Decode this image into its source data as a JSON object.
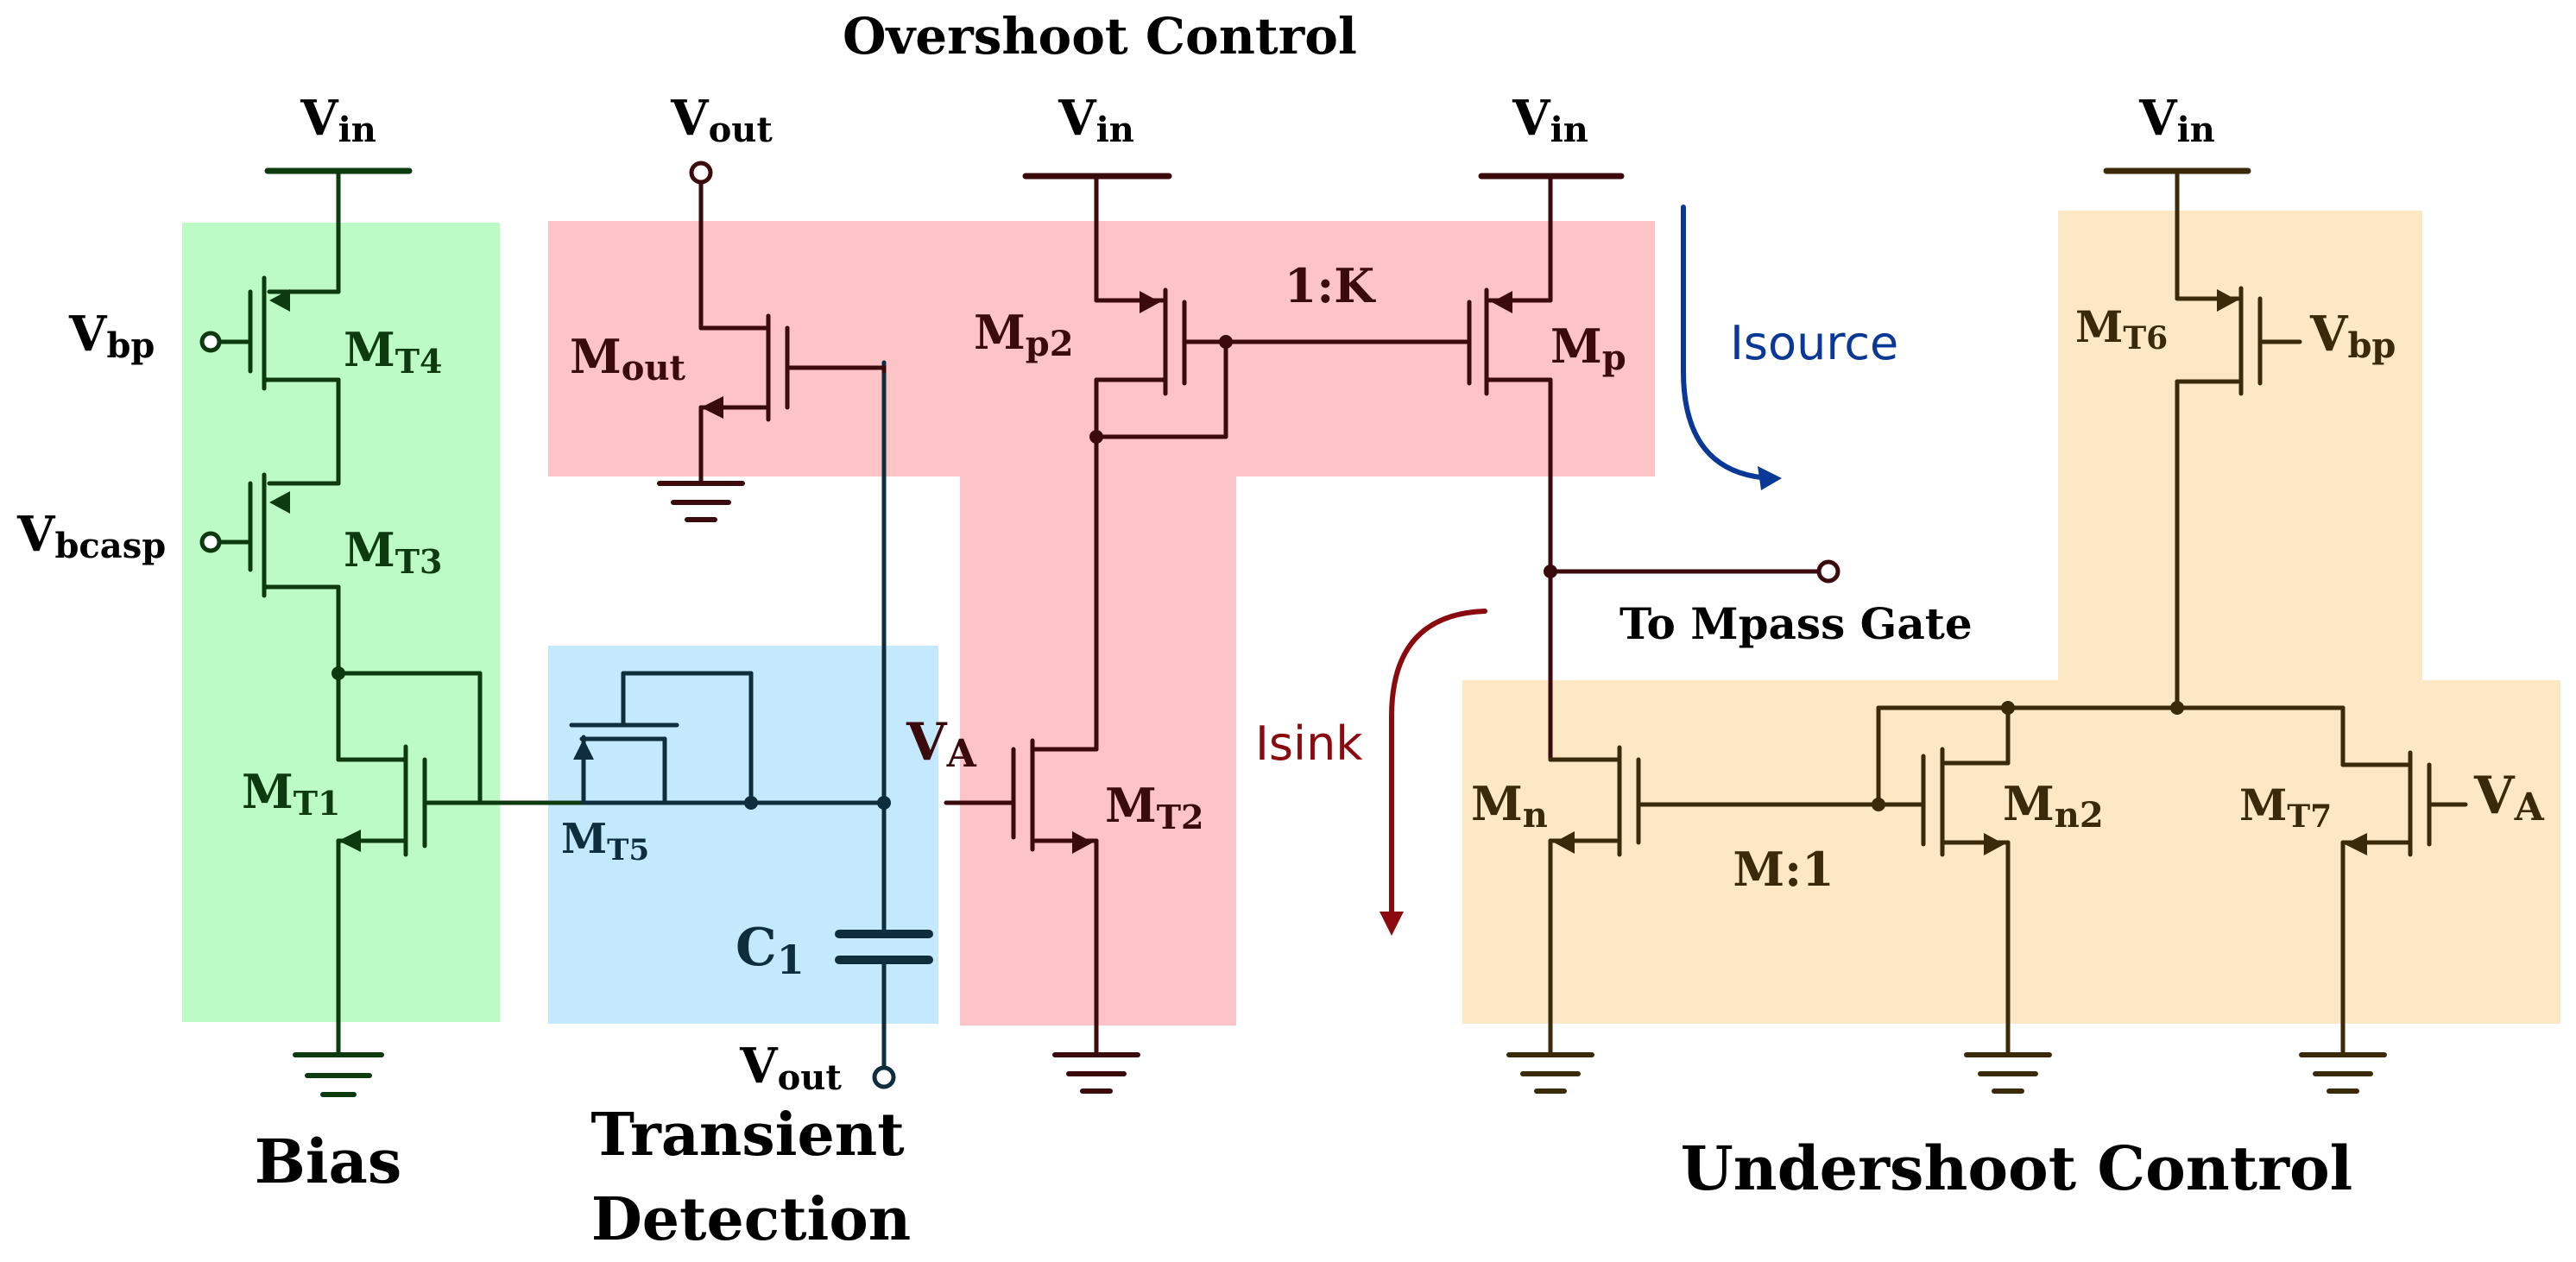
{
  "colors": {
    "bias": "#bdfbc6",
    "overshoot": "#fcc4c6",
    "transient": "#c5e9fc",
    "undershoot": "#fce8c4",
    "isource": "#0a3896",
    "isink": "#8b0a10",
    "bias_ink": "#0e3a10",
    "overshoot_ink": "#3a0a0c",
    "transient_ink": "#0e2e3e",
    "undershoot_ink": "#3a2a0a"
  },
  "labels": {
    "overshoot_control": "Overshoot Control",
    "undershoot_control": "Undershoot Control",
    "bias": "Bias",
    "transient_line1": "Transient",
    "transient_line2": "Detection",
    "to_mpass_gate": "To Mpass Gate",
    "isource": "Isource",
    "isink": "Isink",
    "ratio_1k": "1:K",
    "ratio_m1": "M:1",
    "c1_main": "C",
    "c1_sub": "1"
  },
  "rails": {
    "v": "V",
    "in": "in",
    "out": "out"
  },
  "signals": {
    "vbp_main": "V",
    "vbp_sub": "bp",
    "vbcasp_main": "V",
    "vbcasp_sub": "bcasp",
    "va_main": "V",
    "va_sub": "A"
  },
  "transistors": {
    "mt4": {
      "main": "M",
      "sub": "T4"
    },
    "mt3": {
      "main": "M",
      "sub": "T3"
    },
    "mt1": {
      "main": "M",
      "sub": "T1"
    },
    "mt5": {
      "main": "M",
      "sub": "T5"
    },
    "mout": {
      "main": "M",
      "sub": "out"
    },
    "mp2": {
      "main": "M",
      "sub": "p2"
    },
    "mp": {
      "main": "M",
      "sub": "p"
    },
    "mt2": {
      "main": "M",
      "sub": "T2"
    },
    "mt6": {
      "main": "M",
      "sub": "T6"
    },
    "mn": {
      "main": "M",
      "sub": "n"
    },
    "mn2": {
      "main": "M",
      "sub": "n2"
    },
    "mt7": {
      "main": "M",
      "sub": "T7"
    }
  }
}
